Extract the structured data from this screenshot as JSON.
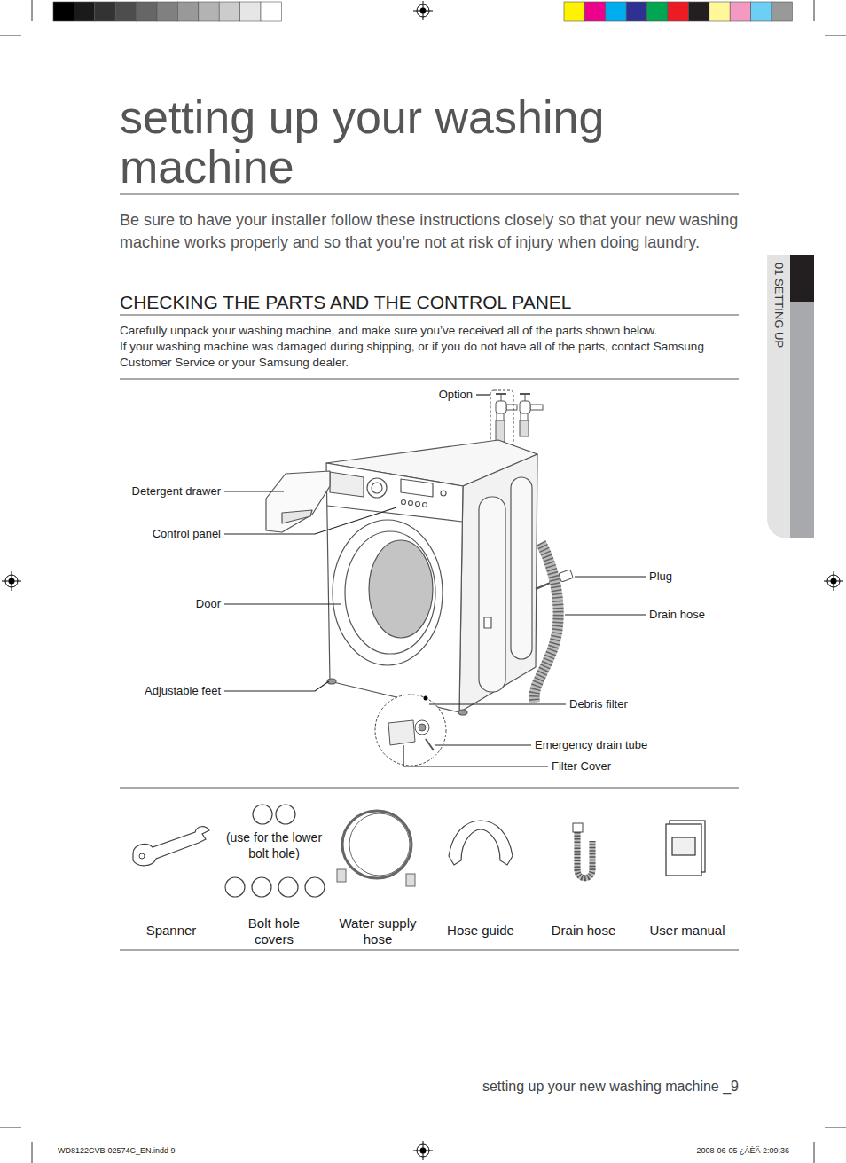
{
  "diagram": {
    "title": "setting up your washing machine",
    "nodes": [
      {
        "text": [
          "01 SETTING UP"
        ]
      }
    ],
    "labels": [
      "Be sure to have your installer follow these instructions closely so that your new washing machine works properly and so that you’re not at risk of injury when doing laundry.",
      "CHECKING THE PARTS AND THE CONTROL PANEL",
      "Carefully unpack your washing machine, and make sure you’ve received all of the parts shown below.",
      "If your washing machine was damaged during shipping, or if you do not have all of the parts, contact Samsung Customer Service or your Samsung dealer.",
      "Option",
      "Detergent drawer",
      "Control panel",
      "Door",
      "Adjustable feet",
      "Plug",
      "Drain hose",
      "Debris filter",
      "Emergency drain tube",
      "Filter Cover",
      "(use for the lower bolt hole)",
      "Spanner",
      "Bolt hole covers",
      "Water supply hose",
      "Hose guide",
      "Drain hose",
      "User manual",
      "setting up your new washing machine _9",
      "WD8122CVB-02574C_EN.indd 9",
      "2008-06-05 ¿ÀÈÄ 2:09:36"
    ]
  }
}
